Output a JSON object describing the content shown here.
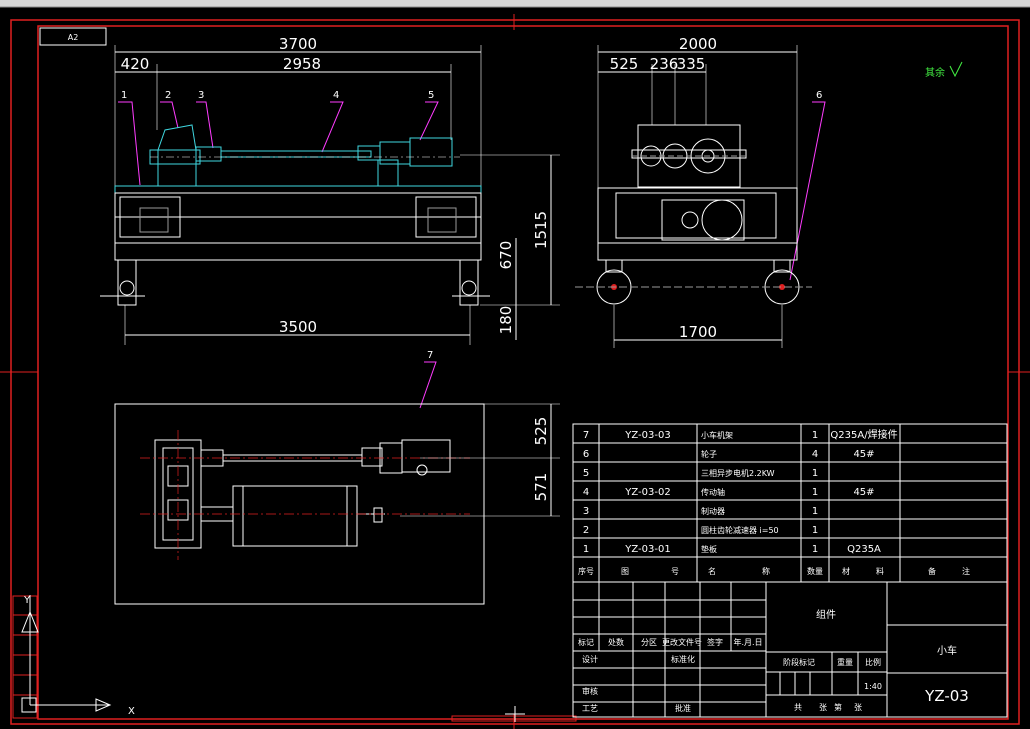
{
  "sheet": {
    "size_tag": "A2",
    "roughness_note": "其余",
    "colors": {
      "frame": "#e02020",
      "outline": "#ffffff",
      "section": "#3fd7e0",
      "leader": "#ff3cff"
    }
  },
  "front_view": {
    "dims": {
      "overall": "3700",
      "left_offset": "420",
      "span": "2958",
      "wheel_base": "3500",
      "height": "1515",
      "mid_height": "670",
      "base_height": "180"
    },
    "balloons": [
      "1",
      "2",
      "3",
      "4",
      "5"
    ]
  },
  "side_view": {
    "dims": {
      "overall": "2000",
      "d1": "525",
      "d2": "236",
      "d3": "335",
      "track": "1700"
    },
    "balloon": "6"
  },
  "plan_view": {
    "dims": {
      "upper": "525",
      "lower": "571"
    },
    "balloon": "7"
  },
  "bom": {
    "rows": [
      {
        "no": "7",
        "code": "YZ-03-03",
        "name": "小车机架",
        "qty": "1",
        "material": "Q235A/焊接件"
      },
      {
        "no": "6",
        "code": "",
        "name": "轮子",
        "qty": "4",
        "material": "45#"
      },
      {
        "no": "5",
        "code": "",
        "name": "三相异步电机2.2KW",
        "qty": "1",
        "material": ""
      },
      {
        "no": "4",
        "code": "YZ-03-02",
        "name": "传动轴",
        "qty": "1",
        "material": "45#"
      },
      {
        "no": "3",
        "code": "",
        "name": "制动器",
        "qty": "1",
        "material": ""
      },
      {
        "no": "2",
        "code": "",
        "name": "圆柱齿轮减速器 i=50",
        "qty": "1",
        "material": ""
      },
      {
        "no": "1",
        "code": "YZ-03-01",
        "name": "垫板",
        "qty": "1",
        "material": "Q235A"
      }
    ],
    "header": {
      "no": "序号",
      "code_a": "图",
      "code_b": "号",
      "name_a": "名",
      "name_b": "称",
      "qty": "数量",
      "mat_a": "材",
      "mat_b": "料",
      "note_a": "备",
      "note_b": "注"
    }
  },
  "title_block": {
    "group": "组件",
    "product": "小车",
    "drawing_no": "YZ-03",
    "scale": "1:40",
    "stage_mark": "阶段标记",
    "weight": "重量",
    "scale_label": "比例",
    "rev_cols": [
      "标记",
      "处数",
      "分区",
      "更改文件号",
      "签字",
      "年.月.日"
    ],
    "roles": [
      "设计",
      "标准化",
      "审核",
      "工艺",
      "批准"
    ],
    "sheets": {
      "a": "共",
      "b": "张",
      "c": "第",
      "d": "张"
    }
  },
  "ucs": {
    "x": "X",
    "y": "Y"
  }
}
